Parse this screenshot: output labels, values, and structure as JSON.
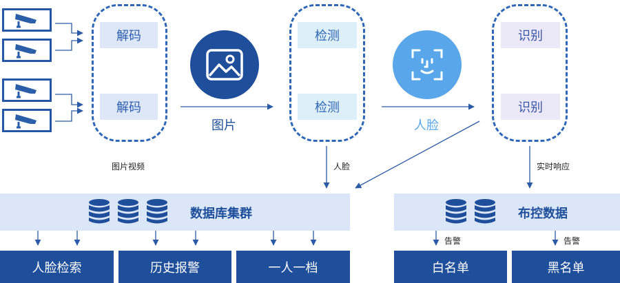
{
  "decode_labels": [
    "解码",
    "解码"
  ],
  "detect_labels": [
    "检测",
    "检测"
  ],
  "recognize_labels": [
    "识别",
    "识别"
  ],
  "flow_labels": {
    "picture": "图片",
    "face": "人脸",
    "picture_video": "图片视频",
    "face_down": "人脸",
    "realtime_response": "实时响应",
    "alarm_left": "告警",
    "alarm_right": "告警"
  },
  "clusters": {
    "db_cluster": "数据库集群",
    "control_data": "布控数据"
  },
  "outputs": [
    "人脸检索",
    "历史报警",
    "一人一档",
    "白名单",
    "黑名单"
  ],
  "icons": {
    "camera": "camera-icon",
    "image": "image-icon",
    "face": "face-scan-icon",
    "database": "database-icon"
  },
  "colors": {
    "primary": "#1f4e9a",
    "dashed": "#2e66b8",
    "face_circle": "#5aa6ea",
    "light_bar": "#dbe7f8",
    "arrow": "#2b5aa6"
  }
}
